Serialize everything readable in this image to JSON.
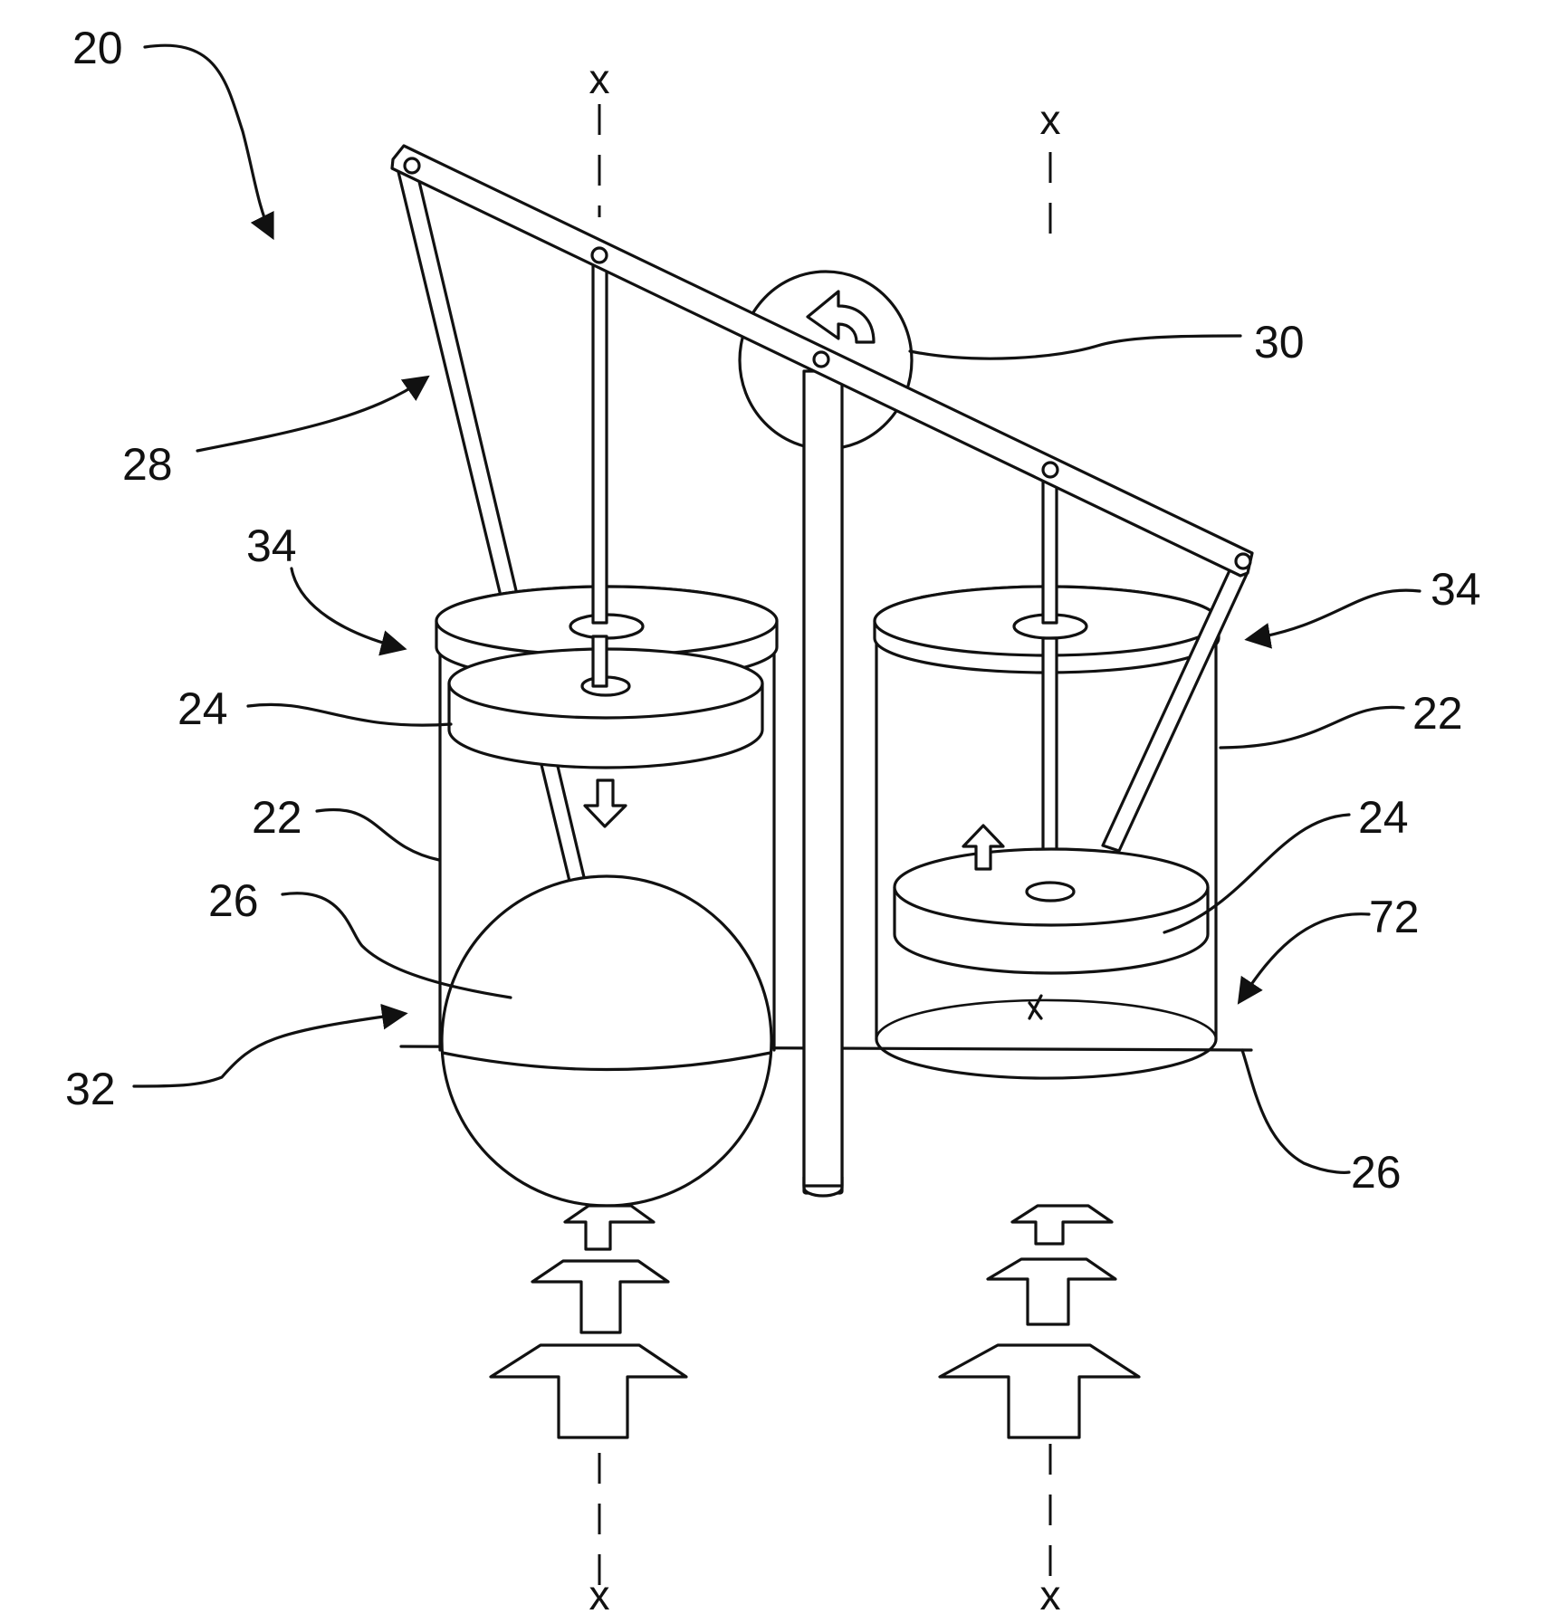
{
  "reference_numerals": {
    "assembly": "20",
    "linkage": "28",
    "pivot": "30",
    "chamber_top_left": "34",
    "chamber_top_right": "34",
    "piston_left": "24",
    "piston_right": "24",
    "cylinder_left": "22",
    "cylinder_right": "22",
    "float_left": "26",
    "float_right": "26",
    "base_plane": "32",
    "chamber_gap": "72"
  },
  "axis_marks": {
    "left_top": "x",
    "right_top": "x",
    "left_bottom": "x",
    "right_bottom": "x"
  },
  "icons": {
    "rotation": "counterclockwise-arrow-icon",
    "piston_motion_down": "arrow-down-icon",
    "piston_motion_up": "arrow-up-icon",
    "flow": "arrow-up-icon"
  }
}
